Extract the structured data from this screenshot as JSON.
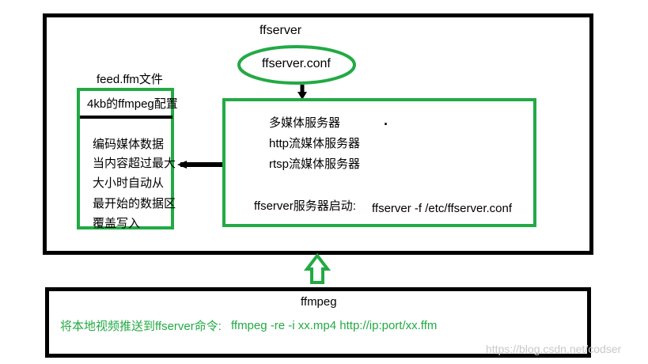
{
  "ffserver": {
    "title": "ffserver",
    "conf_label": "ffserver.conf",
    "feed": {
      "title": "feed.ffm文件",
      "header": "4kb的ffmpeg配置",
      "lines": [
        "编码媒体数据",
        "当内容超过最大",
        "大小时自动从",
        "最开始的数据区",
        "覆盖写入"
      ]
    },
    "server": {
      "items": [
        "多媒体服务器",
        "http流媒体服务器",
        "rtsp流媒体服务器"
      ],
      "dot": "·",
      "start_label": "ffserver服务器启动:",
      "start_command": "ffserver -f /etc/ffserver.conf"
    }
  },
  "ffmpeg": {
    "title": "ffmpeg",
    "push_label": "将本地视频推送到ffserver命令:",
    "push_command": "ffmpeg -re -i xx.mp4 http://ip:port/xx.ffm"
  },
  "watermark": "https://blog.csdn.net/codser",
  "colors": {
    "green": "#22aa44",
    "black": "#000000"
  }
}
